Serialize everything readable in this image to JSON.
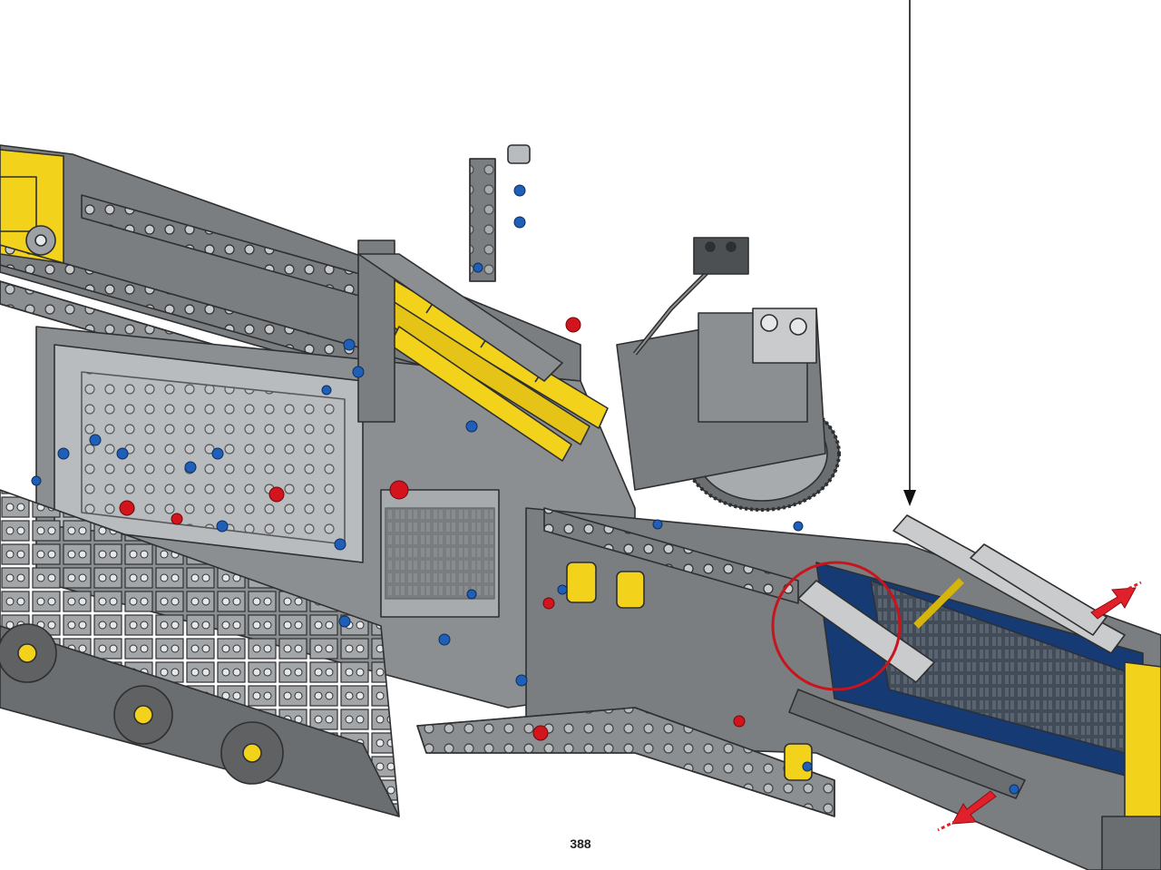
{
  "page": {
    "number": "388"
  },
  "colors": {
    "background": "#ffffff",
    "dark_gray": "#5f6163",
    "mid_gray": "#8c8f91",
    "light_gray": "#b9bcbe",
    "outline": "#2e2f31",
    "yellow": "#f2d21b",
    "blue_pin": "#1f5fb8",
    "navy_panel": "#163a73",
    "red_pin": "#d4141c",
    "callout_circle": "#c8141c",
    "arrow_red": "#e0202a",
    "arrow_black": "#111111"
  },
  "icons": {
    "callout": "red-callout-circle",
    "insert_arrow": "black-downward-arrow",
    "push_arrows": "red-push-arrows"
  }
}
